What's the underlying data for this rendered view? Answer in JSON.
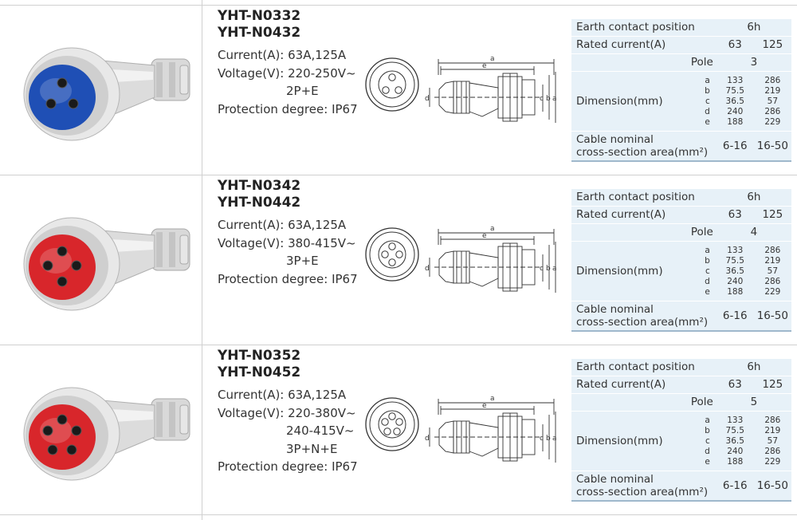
{
  "products": [
    {
      "models": [
        "YHT-N0332",
        "YHT-N0432"
      ],
      "current_label": "Current(A):",
      "current": "63A,125A",
      "voltage_label": "Voltage(V):",
      "voltage_lines": [
        "220-250V~",
        "2P+E"
      ],
      "protection_label": "Protection degree:",
      "protection": "IP67",
      "plug_color": "#1f4fb5",
      "pins": 3,
      "table": {
        "earth_label": "Earth contact position",
        "earth_value": "6h",
        "rated_label": "Rated current(A)",
        "rated_values": [
          "63",
          "125"
        ],
        "pole_label": "Pole",
        "pole_value": "3",
        "dimension_label": "Dimension(mm)",
        "dimension_letters": [
          "a",
          "b",
          "c",
          "d",
          "e"
        ],
        "dims_63": [
          "133",
          "75.5",
          "36.5",
          "240",
          "188"
        ],
        "dims_125": [
          "286",
          "219",
          "57",
          "286",
          "229"
        ],
        "cable_label_1": "Cable nominal",
        "cable_label_2": "cross-section area(mm²)",
        "cable_values": [
          "6-16",
          "16-50"
        ]
      }
    },
    {
      "models": [
        "YHT-N0342",
        "YHT-N0442"
      ],
      "current_label": "Current(A):",
      "current": "63A,125A",
      "voltage_label": "Voltage(V):",
      "voltage_lines": [
        "380-415V~",
        "3P+E"
      ],
      "protection_label": "Protection degree:",
      "protection": "IP67",
      "plug_color": "#d8262b",
      "pins": 4,
      "table": {
        "earth_label": "Earth contact position",
        "earth_value": "6h",
        "rated_label": "Rated current(A)",
        "rated_values": [
          "63",
          "125"
        ],
        "pole_label": "Pole",
        "pole_value": "4",
        "dimension_label": "Dimension(mm)",
        "dimension_letters": [
          "a",
          "b",
          "c",
          "d",
          "e"
        ],
        "dims_63": [
          "133",
          "75.5",
          "36.5",
          "240",
          "188"
        ],
        "dims_125": [
          "286",
          "219",
          "57",
          "286",
          "229"
        ],
        "cable_label_1": "Cable nominal",
        "cable_label_2": "cross-section area(mm²)",
        "cable_values": [
          "6-16",
          "16-50"
        ]
      }
    },
    {
      "models": [
        "YHT-N0352",
        "YHT-N0452"
      ],
      "current_label": "Current(A):",
      "current": "63A,125A",
      "voltage_label": "Voltage(V):",
      "voltage_lines": [
        "220-380V~",
        "240-415V~",
        "3P+N+E"
      ],
      "protection_label": "Protection degree:",
      "protection": "IP67",
      "plug_color": "#d8262b",
      "pins": 5,
      "table": {
        "earth_label": "Earth contact position",
        "earth_value": "6h",
        "rated_label": "Rated current(A)",
        "rated_values": [
          "63",
          "125"
        ],
        "pole_label": "Pole",
        "pole_value": "5",
        "dimension_label": "Dimension(mm)",
        "dimension_letters": [
          "a",
          "b",
          "c",
          "d",
          "e"
        ],
        "dims_63": [
          "133",
          "75.5",
          "36.5",
          "240",
          "188"
        ],
        "dims_125": [
          "286",
          "219",
          "57",
          "286",
          "229"
        ],
        "cable_label_1": "Cable nominal",
        "cable_label_2": "cross-section area(mm²)",
        "cable_values": [
          "6-16",
          "16-50"
        ]
      }
    }
  ],
  "drawing_labels": [
    "a",
    "e",
    "d",
    "c",
    "b",
    "a"
  ]
}
